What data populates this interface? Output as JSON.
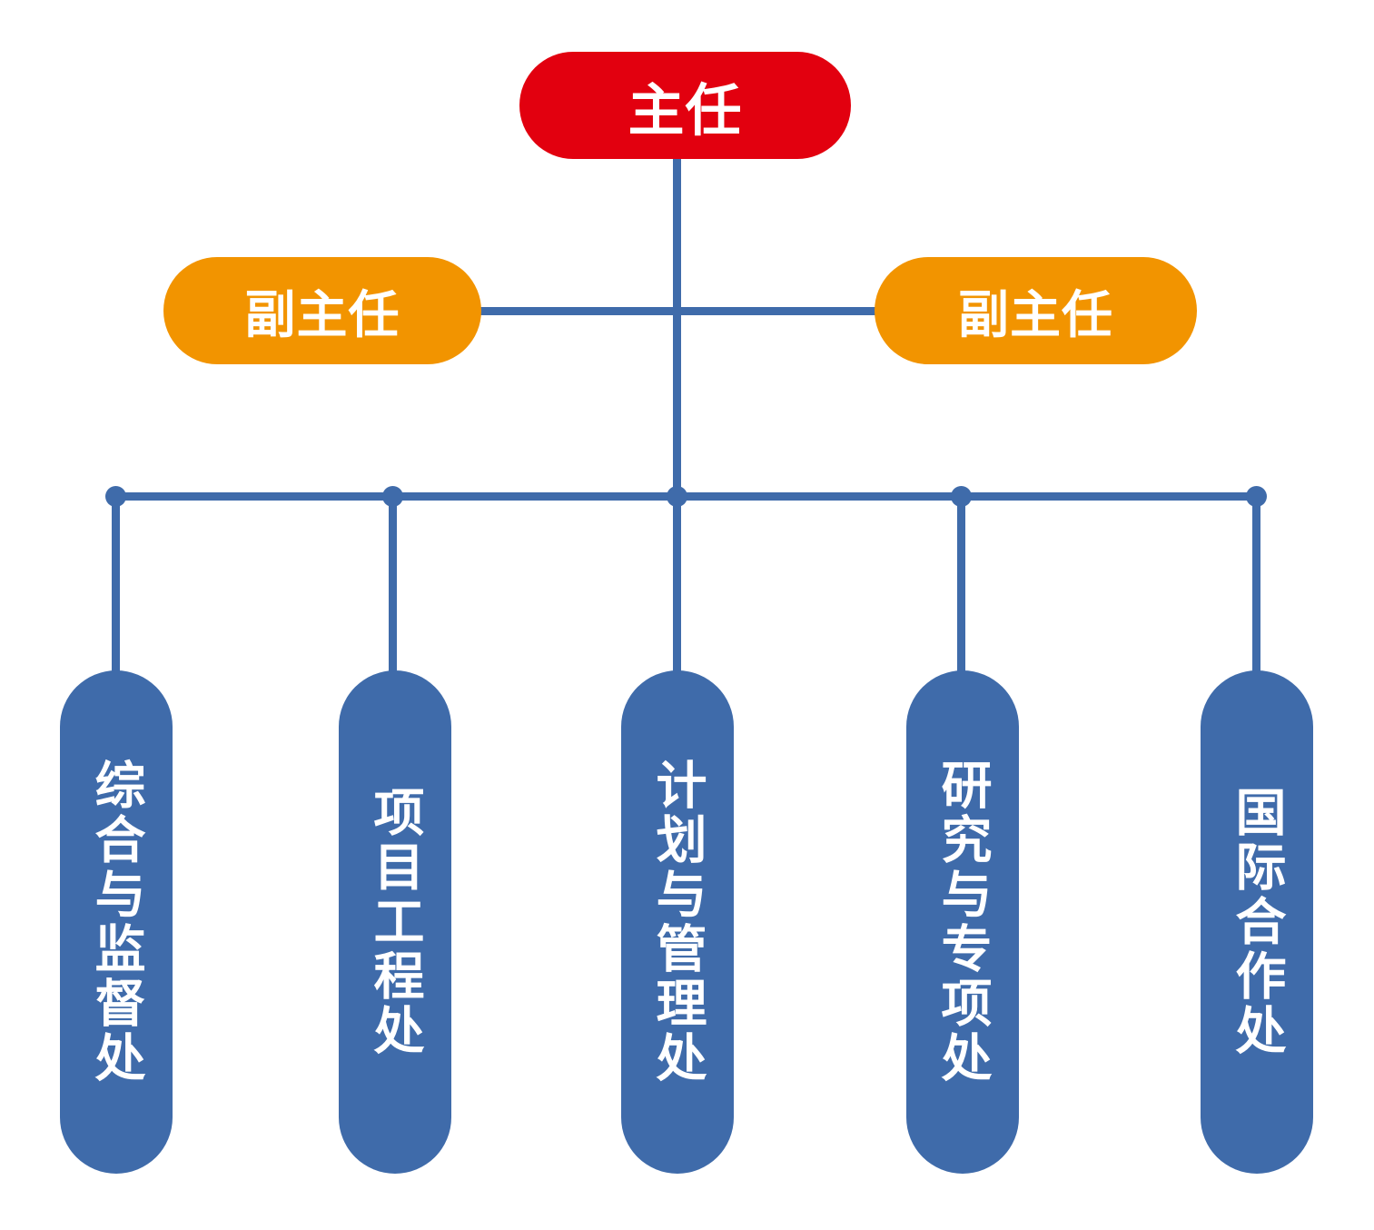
{
  "chart_title": "",
  "colors": {
    "director": "#E2000F",
    "deputy": "#F29400",
    "department": "#3F6BAA",
    "connector": "#3F6BAA",
    "label_text": "#FFFFFF",
    "background": "#FFFFFF"
  },
  "hierarchy": {
    "director": {
      "label": "主任",
      "level": "1"
    },
    "deputies": [
      {
        "label": "副主任",
        "side": "left"
      },
      {
        "label": "副主任",
        "side": "right"
      }
    ],
    "departments": [
      {
        "label": "综合与监督处"
      },
      {
        "label": "项目工程处"
      },
      {
        "label": "计划与管理处"
      },
      {
        "label": "研究与专项处"
      },
      {
        "label": "国际合作处"
      }
    ]
  }
}
